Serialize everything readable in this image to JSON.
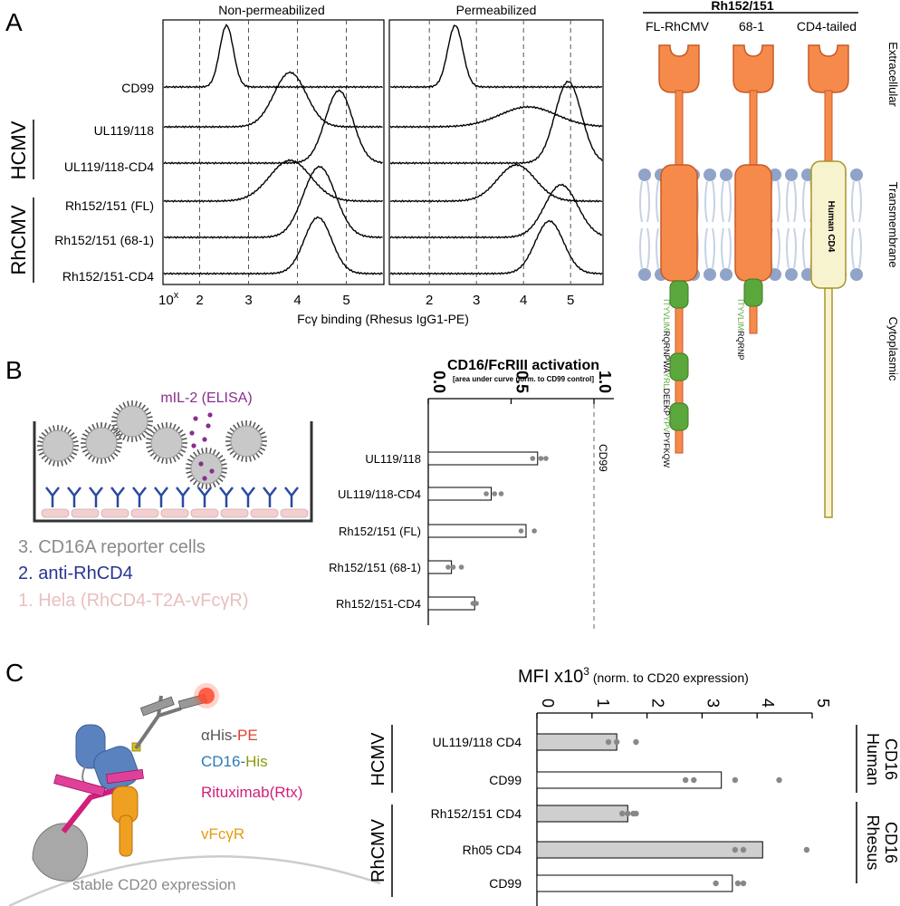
{
  "panel_labels": [
    "A",
    "B",
    "C"
  ],
  "panelA": {
    "col_titles": [
      "Non-permeabilized",
      "Permeabilized"
    ],
    "row_labels": [
      "CD99",
      "UL119/118",
      "UL119/118-CD4",
      "Rh152/151 (FL)",
      "Rh152/151 (68-1)",
      "Rh152/151-CD4"
    ],
    "group_labels": [
      "HCMV",
      "RhCMV"
    ],
    "x_exponent_label": "10",
    "x_exponent_sup": "x",
    "x_ticks": [
      "2",
      "3",
      "4",
      "5"
    ],
    "x_axis_label": "Fcγ binding (Rhesus IgG1-PE)"
  },
  "schematic": {
    "title": "Rh152/151",
    "col_labels": [
      "FL-RhCMV",
      "68-1",
      "CD4-tailed"
    ],
    "region_labels": [
      "Extracellular",
      "Transmembrane",
      "Cytoplasmic"
    ],
    "cd4_label": "Human CD4",
    "seq_fl": [
      "ITYV",
      "LIM",
      "RQRNPWA",
      "YRL",
      "DEEKP",
      "YPV",
      "PYFKQW"
    ],
    "seq_68": [
      "ITYV",
      "LIM",
      "RQRNP"
    ],
    "colors": {
      "protein": "#f58a4b",
      "protein_stroke": "#c75a26",
      "motif": "#5aa83c",
      "cd4": "#f7f3cf",
      "cd4_stroke": "#a8952a",
      "lipid": "#8fa4c8"
    }
  },
  "panelB": {
    "assay_label": "mIL-2 (ELISA)",
    "legend": [
      "3. CD16A reporter cells",
      "2. anti-RhCD4",
      "1. Hela (RhCD4-T2A-vFcγR)"
    ],
    "legend_colors": [
      "#8a8a8a",
      "#2a3590",
      "#e8c0c0"
    ],
    "chart_title": "CD16/FcRIII activation",
    "chart_subtitle": "[area under curve norm. to CD99 control]",
    "ref_label": "CD99"
  },
  "panelC": {
    "legend": [
      {
        "main": "αHis-",
        "suffix": "PE",
        "color": "#555555",
        "suffix_color": "#e04030"
      },
      {
        "main": "CD16-",
        "suffix": "His",
        "color": "#2a7ab8",
        "suffix_color": "#8a9a10"
      },
      {
        "main": "Rituximab(Rtx)",
        "suffix": "",
        "color": "#d0207a",
        "suffix_color": "#d0207a"
      },
      {
        "main": "vFcγR",
        "suffix": "",
        "color": "#e89a10",
        "suffix_color": "#e89a10"
      }
    ],
    "bottom_label": "stable CD20 expression",
    "chart_title_main": "MFI x10",
    "chart_title_sup": "3",
    "chart_title_note": " (norm. to CD20 expression)",
    "group_labels": [
      "HCMV",
      "RhCMV"
    ],
    "right_groups": [
      [
        "Human",
        "CD16"
      ],
      [
        "Rhesus",
        "CD16"
      ]
    ]
  },
  "chart_data": [
    {
      "type": "bar",
      "title": "CD16/FcRIII activation",
      "subtitle": "[area under curve norm. to CD99 control]",
      "categories": [
        "UL119/118",
        "UL119/118-CD4",
        "Rh152/151 (FL)",
        "Rh152/151 (68-1)",
        "Rh152/151-CD4"
      ],
      "values": [
        0.66,
        0.38,
        0.59,
        0.14,
        0.28
      ],
      "points": [
        [
          0.63,
          0.68,
          0.71
        ],
        [
          0.35,
          0.4,
          0.44
        ],
        [
          0.56,
          0.64
        ],
        [
          0.12,
          0.15,
          0.2
        ],
        [
          0.27,
          0.29
        ]
      ],
      "xlim": [
        0,
        1.15
      ],
      "ticks": [
        "0.0",
        "0.5",
        "1.0"
      ],
      "reference_line": 1.0,
      "orientation": "horizontal"
    },
    {
      "type": "bar",
      "title": "MFI x10",
      "categories": [
        "UL119/118 CD4",
        "CD99",
        "Rh152/151 CD4",
        "Rh05 CD4",
        "CD99"
      ],
      "values": [
        1.45,
        3.35,
        1.65,
        4.1,
        3.55
      ],
      "filled": [
        true,
        false,
        true,
        true,
        false
      ],
      "points": [
        [
          1.3,
          1.45,
          1.8
        ],
        [
          2.7,
          2.85,
          3.6,
          4.4
        ],
        [
          1.55,
          1.65,
          1.75,
          1.8
        ],
        [
          3.6,
          3.75,
          4.9
        ],
        [
          3.25,
          3.65,
          3.75
        ]
      ],
      "xlim": [
        0,
        5
      ],
      "ticks": [
        "0",
        "1",
        "2",
        "3",
        "4",
        "5"
      ],
      "orientation": "horizontal"
    }
  ]
}
